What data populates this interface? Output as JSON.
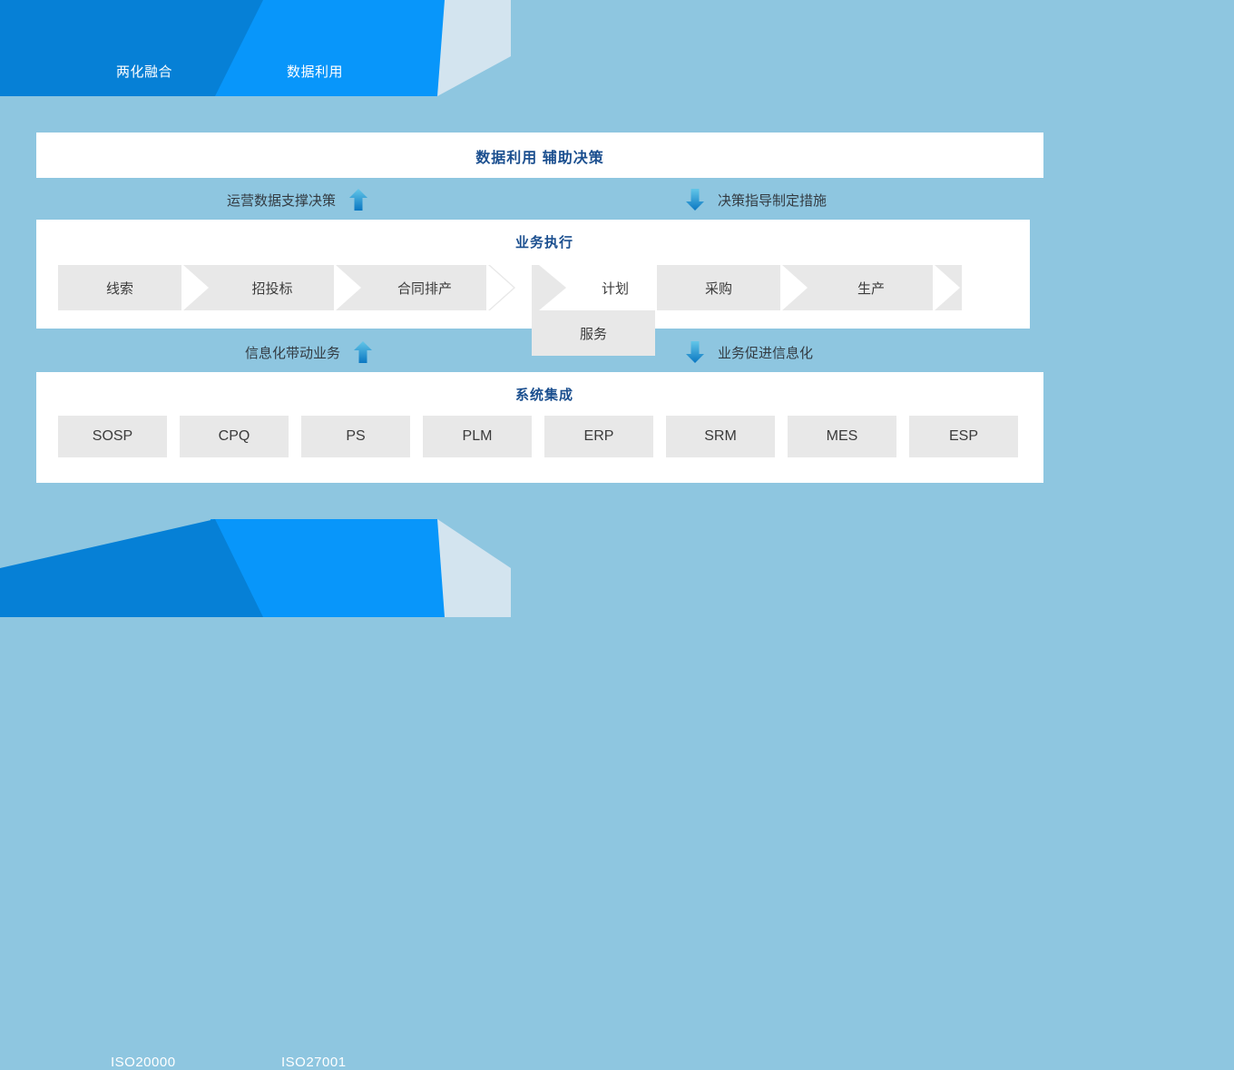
{
  "theme": {
    "background": "#8ec6e0",
    "banner_dark_blue": "#0680d6",
    "banner_bright_blue": "#0896fa",
    "banner_pale_blue": "#d3e4ef",
    "panel_white": "#ffffff",
    "title_navy": "#1b4f8f",
    "chip_gray": "#e8e8e8",
    "body_text": "#333b42",
    "arrow_blue_top": "#63c6e8",
    "arrow_blue_bottom": "#0a77c2"
  },
  "top_banner": {
    "items": [
      {
        "label": "两化融合",
        "color": "#0680d6"
      },
      {
        "label": "数据利用",
        "color": "#0896fa"
      },
      {
        "label": "",
        "color": "#d3e4ef"
      }
    ]
  },
  "bottom_banner": {
    "items": [
      {
        "label": "ISO20000",
        "color": "#0680d6"
      },
      {
        "label": "ISO27001",
        "color": "#0896fa"
      },
      {
        "label": "",
        "color": "#d3e4ef"
      }
    ]
  },
  "header_panel": {
    "title": "数据利用 辅助决策"
  },
  "connector_top": {
    "left": {
      "text": "运营数据支撑决策",
      "arrow": "arrow-up-icon"
    },
    "right": {
      "text": "决策指导制定措施",
      "arrow": "arrow-down-icon"
    }
  },
  "connector_middle": {
    "left": {
      "text": "信息化带动业务",
      "arrow": "arrow-up-icon"
    },
    "right": {
      "text": "业务促进信息化",
      "arrow": "arrow-down-icon"
    }
  },
  "business_panel": {
    "title": "业务执行",
    "left_steps": [
      "线索",
      "招投标",
      "合同排产"
    ],
    "right_lead_step": "计划",
    "right_steps": [
      "采购",
      "生产",
      "服务"
    ]
  },
  "systems_panel": {
    "title": "系统集成",
    "boxes": [
      "SOSP",
      "CPQ",
      "PS",
      "PLM",
      "ERP",
      "SRM",
      "MES",
      "ESP"
    ]
  }
}
